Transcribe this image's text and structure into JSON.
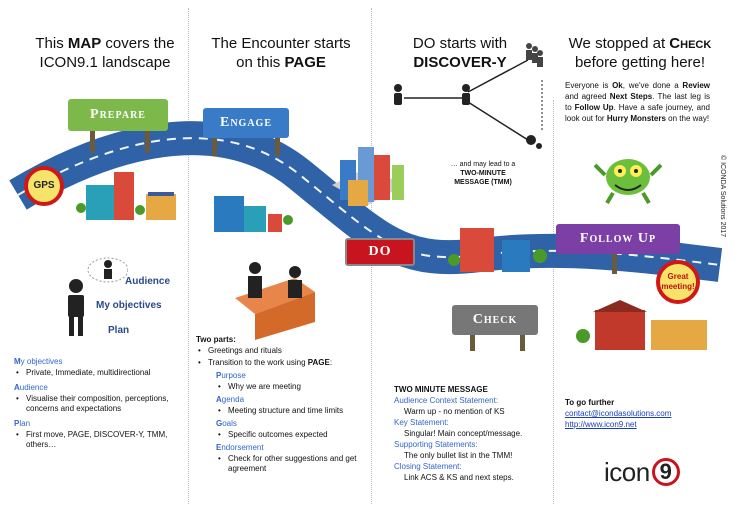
{
  "headers": {
    "col1_pre": "This",
    "col1_bold": "MAP",
    "col1_post": "covers the",
    "col1_line2": "ICON9.1 landscape",
    "col2_line1": "The Encounter starts",
    "col2_pre": "on this",
    "col2_bold": "PAGE",
    "col3_line1": "DO starts with",
    "col3_bold": "DISCOVER-Y",
    "col4_pre": "We stopped at",
    "col4_sc": "Check",
    "col4_line2": "before getting here!"
  },
  "signs": {
    "prepare": "Prepare",
    "engage": "Engage",
    "do": "DO",
    "check": "Check",
    "follow_up": "Follow Up"
  },
  "gps_badge": "GPS",
  "great_meeting_badge": "Great meeting!",
  "copyright": "© ICONDA Solutions 2017",
  "col1": {
    "label_audience": "Audience",
    "label_objectives": "My objectives",
    "label_plan": "Plan",
    "sections": [
      {
        "title": "My objectives",
        "initial": "M",
        "rest": "y objectives",
        "items": [
          "Private, Immediate, multidirectional"
        ]
      },
      {
        "title": "Audience",
        "initial": "A",
        "rest": "udience",
        "items": [
          "Visualise their composition, perceptions, concerns and expectations"
        ]
      },
      {
        "title": "Plan",
        "initial": "P",
        "rest": "lan",
        "items": [
          "First move, PAGE, DISCOVER-Y, TMM, others…"
        ]
      }
    ]
  },
  "col2": {
    "two_parts": "Two parts:",
    "bullet1": "Greetings and rituals",
    "bullet2_pre": "Transition to the work using",
    "bullet2_bold": "PAGE",
    "bullet2_post": ":",
    "page_items": [
      {
        "initial": "P",
        "rest": "urpose",
        "detail": "Why we are meeting"
      },
      {
        "initial": "A",
        "rest": "genda",
        "detail": "Meeting structure and time limits"
      },
      {
        "initial": "G",
        "rest": "oals",
        "detail": "Specific outcomes expected"
      },
      {
        "initial": "E",
        "rest": "ndorsement",
        "detail": "Check for other suggestions and get agreement"
      }
    ]
  },
  "col3": {
    "tmm_note_line1": "… and may lead to a",
    "tmm_note_line2": "TWO-MINUTE",
    "tmm_note_line3": "MESSAGE (TMM)",
    "tmm_title": "TWO MINUTE MESSAGE",
    "tmm_rows": [
      {
        "label": "Audience Context Statement:",
        "value": "Warm up - no mention of KS"
      },
      {
        "label": "Key Statement:",
        "value": "Singular!  Main concept/message."
      },
      {
        "label": "Supporting Statements:",
        "value": "The only bullet list in the TMM!"
      },
      {
        "label": "Closing Statement:",
        "value": "Link ACS & KS and next steps."
      }
    ]
  },
  "col4": {
    "p1": "Everyone is",
    "ok": "Ok",
    "p2": ", we've done a",
    "review": "Review",
    "p3": "and agreed",
    "next_steps": "Next Steps",
    "p4": ". The last leg is to",
    "follow_up": "Follow Up",
    "p5": ". Have a safe journey, and look out for",
    "hurry": "Hurry Monsters",
    "p6": "on the way!",
    "go_further": "To go further",
    "email": "contact@icondasolutions.com",
    "url": "http://www.icon9.net",
    "logo_text": "icon",
    "logo_num": "9"
  }
}
